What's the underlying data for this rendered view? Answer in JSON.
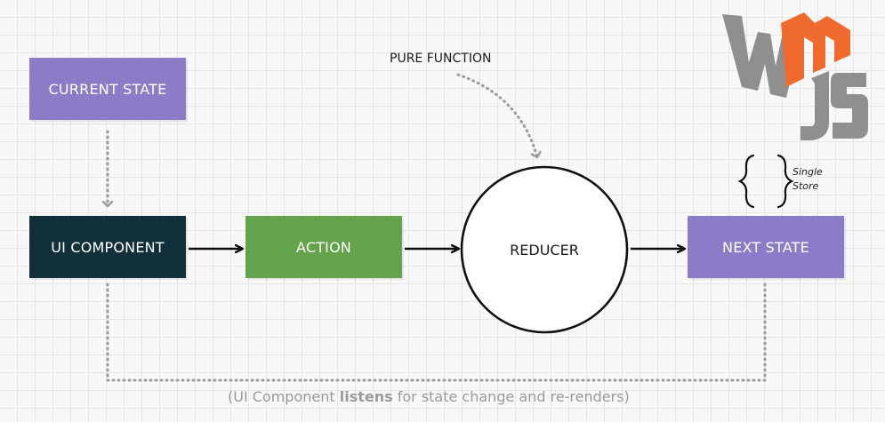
{
  "nodes": {
    "current_state": "CURRENT STATE",
    "ui_component": "UI COMPONENT",
    "action": "ACTION",
    "reducer": "REDUCER",
    "next_state": "NEXT STATE"
  },
  "annotations": {
    "pure_function": "PURE FUNCTION",
    "single_store_line1": "Single",
    "single_store_line2": "Store"
  },
  "caption": {
    "prefix": "(UI Component ",
    "emphasis": "listens",
    "suffix": " for state change and re-renders)"
  },
  "logo": {
    "name": "wmjs-logo",
    "letters": "WMJS"
  },
  "colors": {
    "state_box": "#8c7bc7",
    "ui_component_box": "#11303a",
    "action_box": "#64a34c",
    "logo_orange": "#f06a2e",
    "logo_gray": "#8f8f8f"
  }
}
